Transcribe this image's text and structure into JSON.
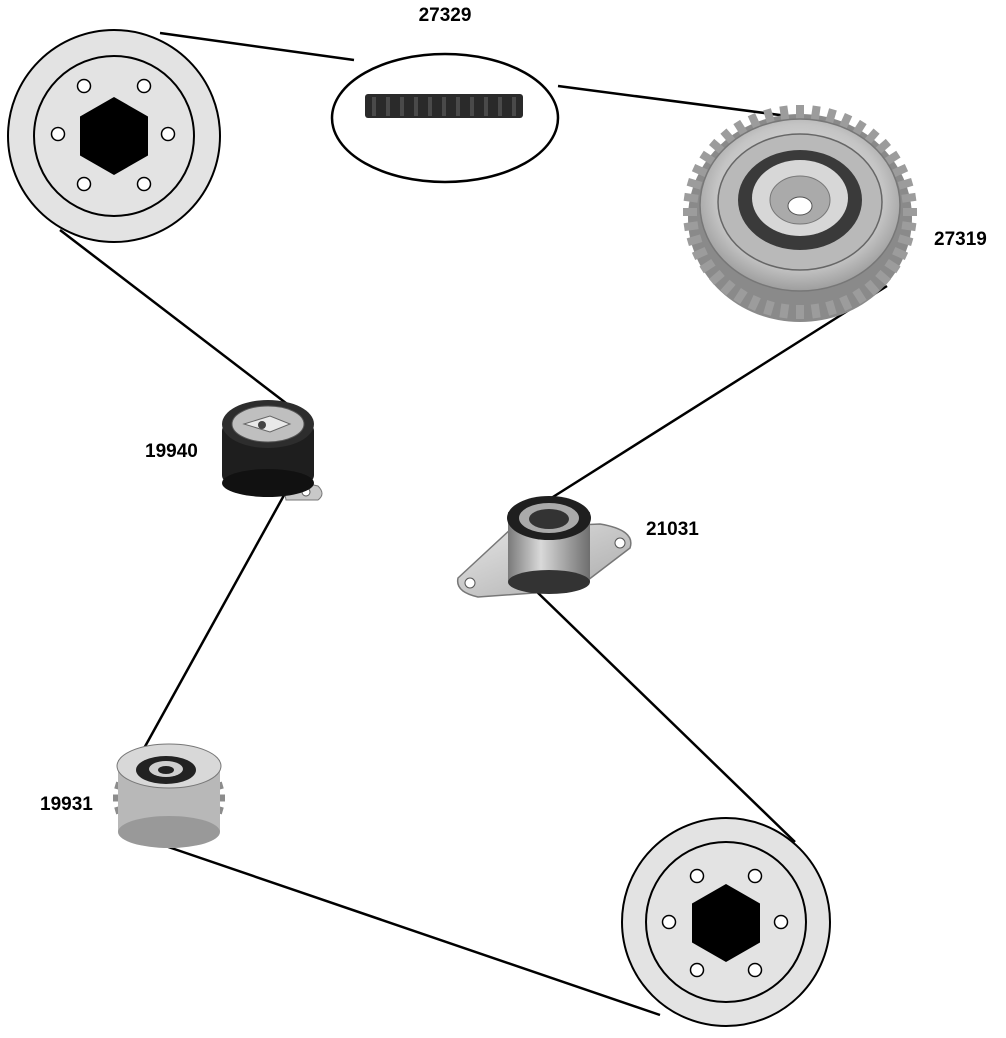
{
  "parts": {
    "timing_belt": {
      "code": "27329",
      "kind": "toothed timing belt"
    },
    "large_idler_pulley": {
      "code": "27319",
      "kind": "toothed idler pulley"
    },
    "tensioner": {
      "code": "19940",
      "kind": "tensioner pulley"
    },
    "idler_roller": {
      "code": "21031",
      "kind": "idler roller with mounting plate"
    },
    "small_sprocket": {
      "code": "19931",
      "kind": "toothed sprocket"
    },
    "top_left_pulley": {
      "kind": "hex hub pulley with six bolt holes"
    },
    "bottom_right_pulley": {
      "kind": "hex hub pulley with six bolt holes"
    }
  },
  "colors": {
    "pulley_fill": "#e3e3e3",
    "hub": "#000000",
    "metal": "#c8c8c8",
    "rubber": "#1e1e1e",
    "belt_line": "#000000"
  }
}
